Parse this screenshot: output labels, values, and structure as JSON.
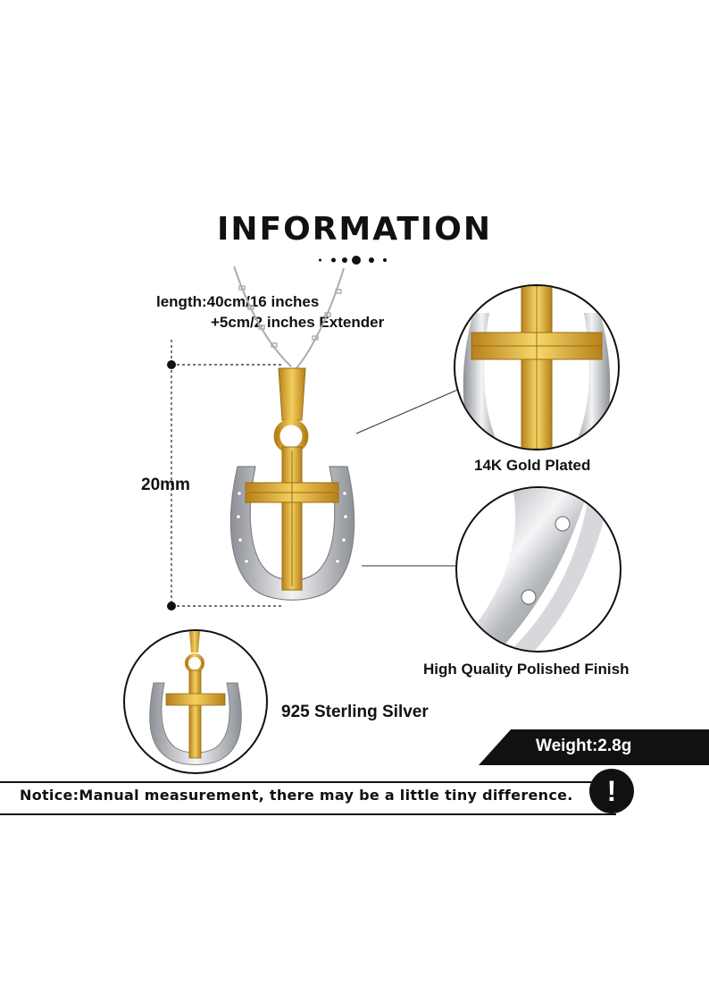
{
  "info": {
    "title": "INFORMATION",
    "length_line1": "length:40cm/16 inches",
    "length_line2": "+5cm/2 inches Extender",
    "height_dimension": "20mm"
  },
  "features": {
    "gold": "14K Gold Plated",
    "finish": "High Quality Polished Finish",
    "silver": "925 Sterling Silver"
  },
  "weight": "Weight:2.8g",
  "notice": {
    "text": "Notice:Manual measurement, there may be a little tiny difference.",
    "icon": "exclamation-icon",
    "icon_glyph": "!"
  },
  "colors": {
    "gold": "#d9a521",
    "gold_light": "#f3cf5e",
    "silver": "#b9bcc0",
    "silver_light": "#eceef0",
    "ink": "#111111"
  }
}
